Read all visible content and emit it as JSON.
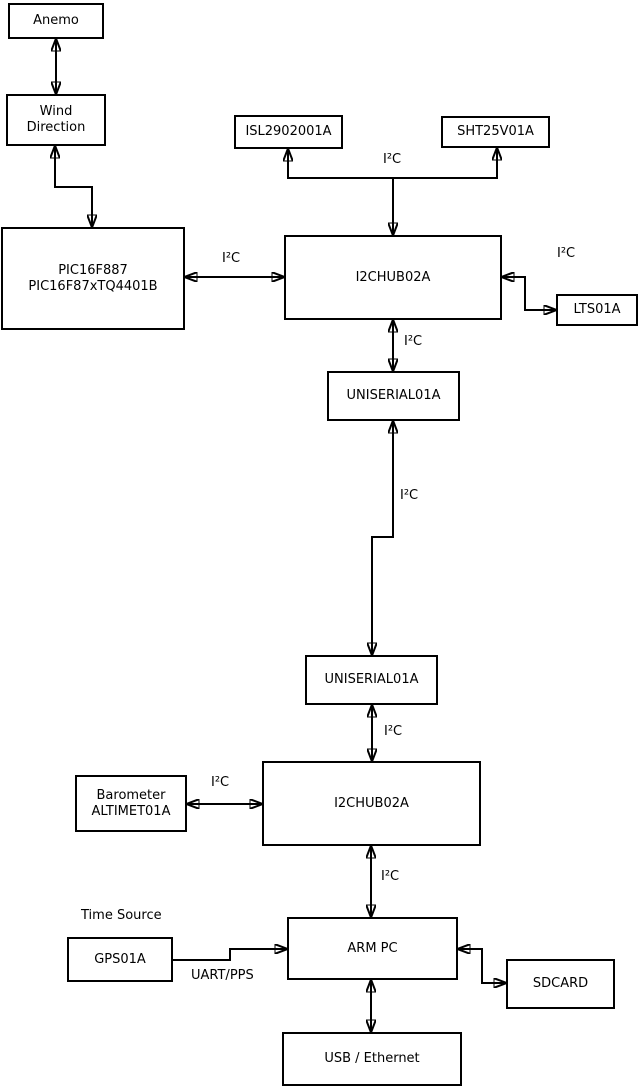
{
  "nodes": {
    "anemo": {
      "label": "Anemo"
    },
    "wind_direction": {
      "label": "Wind\nDirection"
    },
    "pic": {
      "label": "PIC16F887\nPIC16F87xTQ4401B"
    },
    "isl": {
      "label": "ISL2902001A"
    },
    "sht": {
      "label": "SHT25V01A"
    },
    "hub1": {
      "label": "I2CHUB02A"
    },
    "lts": {
      "label": "LTS01A"
    },
    "uniserial1": {
      "label": "UNISERIAL01A"
    },
    "uniserial2": {
      "label": "UNISERIAL01A"
    },
    "barometer": {
      "label": "Barometer\nALTIMET01A"
    },
    "hub2": {
      "label": "I2CHUB02A"
    },
    "arm_pc": {
      "label": "ARM PC"
    },
    "gps": {
      "label": "GPS01A"
    },
    "sdcard": {
      "label": "SDCARD"
    },
    "usb_ethernet": {
      "label": "USB / Ethernet"
    }
  },
  "edge_labels": {
    "i2c": "I²C",
    "uart_pps": "UART/PPS",
    "time_source": "Time Source"
  },
  "colors": {
    "line": "#000000",
    "box_fill": "#ffffff",
    "background": "#ffffff"
  }
}
